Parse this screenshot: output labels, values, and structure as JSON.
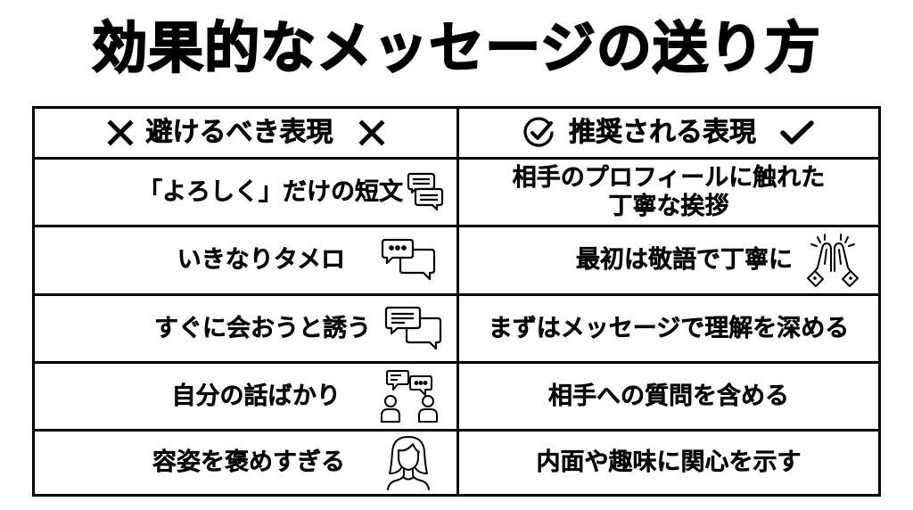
{
  "title": "効果的なメッセージの送り方",
  "table": {
    "headers": {
      "avoid": {
        "label": "避けるべき表現",
        "icon_left": "x-mark-icon",
        "icon_right": "x-mark-icon"
      },
      "recommend": {
        "label": "推奨される表現",
        "icon_left": "check-circle-icon",
        "icon_right": "checkmark-icon"
      }
    },
    "rows": [
      {
        "avoid": "「よろしく」だけの短文",
        "avoid_icon": "chat-bubbles-lines-icon",
        "recommend": "相手のプロフィールに触れた\n丁寧な挨拶",
        "recommend_icon": null
      },
      {
        "avoid": "いきなりタメロ",
        "avoid_icon": "chat-bubbles-dots-icon",
        "recommend": "最初は敬語で丁寧に",
        "recommend_icon": "praying-hands-icon"
      },
      {
        "avoid": "すぐに会おうと誘う",
        "avoid_icon": "chat-bubbles-text-icon",
        "recommend": "まずはメッセージで理解を深める",
        "recommend_icon": null
      },
      {
        "avoid": "自分の話ばかり",
        "avoid_icon": "two-people-talking-icon",
        "recommend": "相手への質問を含める",
        "recommend_icon": null
      },
      {
        "avoid": "容姿を褒めすぎる",
        "avoid_icon": "woman-face-icon",
        "recommend": "内面や趣味に関心を示す",
        "recommend_icon": null
      }
    ]
  },
  "colors": {
    "text": "#111111",
    "border": "#000000",
    "background": "#ffffff"
  }
}
